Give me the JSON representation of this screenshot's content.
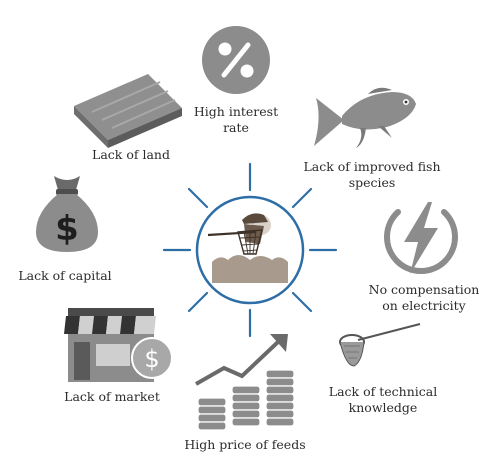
{
  "diagram": {
    "center": {
      "icon": "fisherman-with-net-icon"
    },
    "accent_color": "#2e6ea6",
    "icon_color": "#8c8c8c",
    "factors": [
      {
        "id": "interest",
        "icon": "percent-icon",
        "lines": [
          "High interest",
          "rate"
        ]
      },
      {
        "id": "fish",
        "icon": "fish-icon",
        "lines": [
          "Lack of improved fish",
          "species"
        ]
      },
      {
        "id": "electricity",
        "icon": "lightning-icon",
        "lines": [
          "No compensation",
          "on electricity"
        ]
      },
      {
        "id": "technical",
        "icon": "landing-net-icon",
        "lines": [
          "Lack of technical",
          "knowledge"
        ]
      },
      {
        "id": "feeds",
        "icon": "rising-coins-icon",
        "lines": [
          "High price of feeds"
        ]
      },
      {
        "id": "market",
        "icon": "shop-icon",
        "lines": [
          "Lack of market"
        ]
      },
      {
        "id": "capital",
        "icon": "money-bag-icon",
        "lines": [
          "Lack of capital"
        ]
      },
      {
        "id": "land",
        "icon": "land-plot-icon",
        "lines": [
          "Lack of land"
        ]
      }
    ]
  }
}
